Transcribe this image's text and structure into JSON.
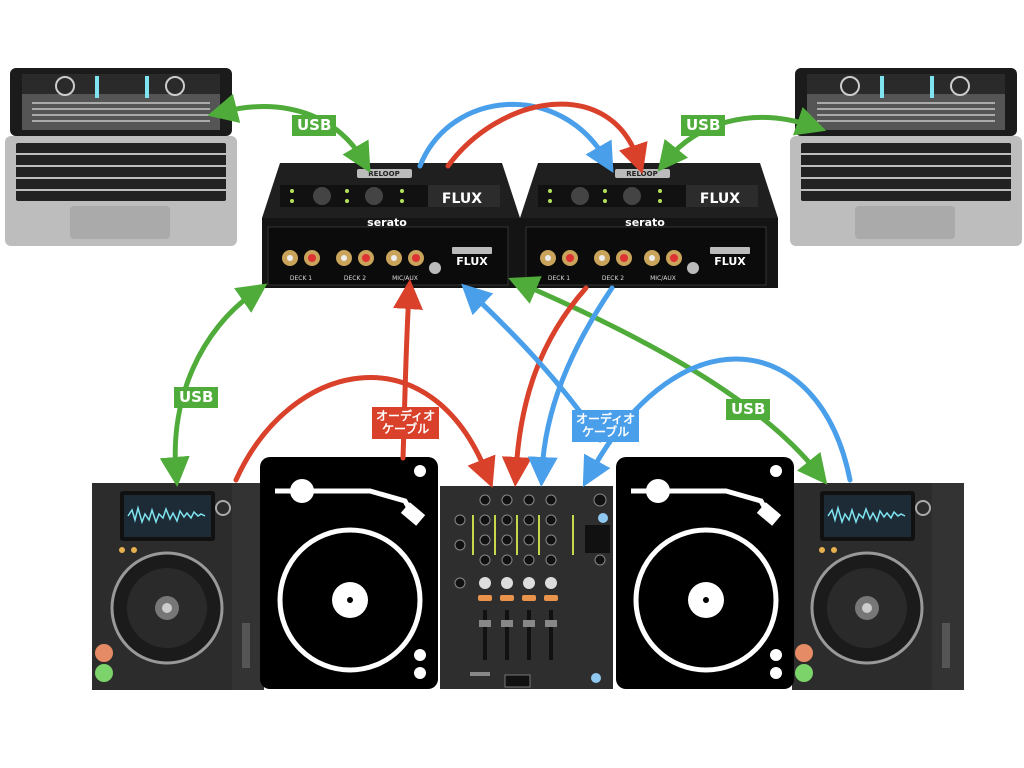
{
  "colors": {
    "usb": "#4fac3a",
    "audio_red": "#d9412b",
    "audio_blue": "#4a9fea"
  },
  "labels": {
    "usb_laptop_left": "USB",
    "usb_laptop_right": "USB",
    "usb_cdj_left": "USB",
    "usb_cdj_right": "USB",
    "audio_red": "オーディオ\nケーブル",
    "audio_red_l1": "オーディオ",
    "audio_red_l2": "ケーブル",
    "audio_blue_l1": "オーディオ",
    "audio_blue_l2": "ケーブル"
  },
  "devices": {
    "interface_brand": "serato",
    "interface_name": "FLUX",
    "interface_maker": "RELOOP",
    "interface_inputs": [
      "DECK 1",
      "DECK 2",
      "MIC/AUX"
    ]
  }
}
